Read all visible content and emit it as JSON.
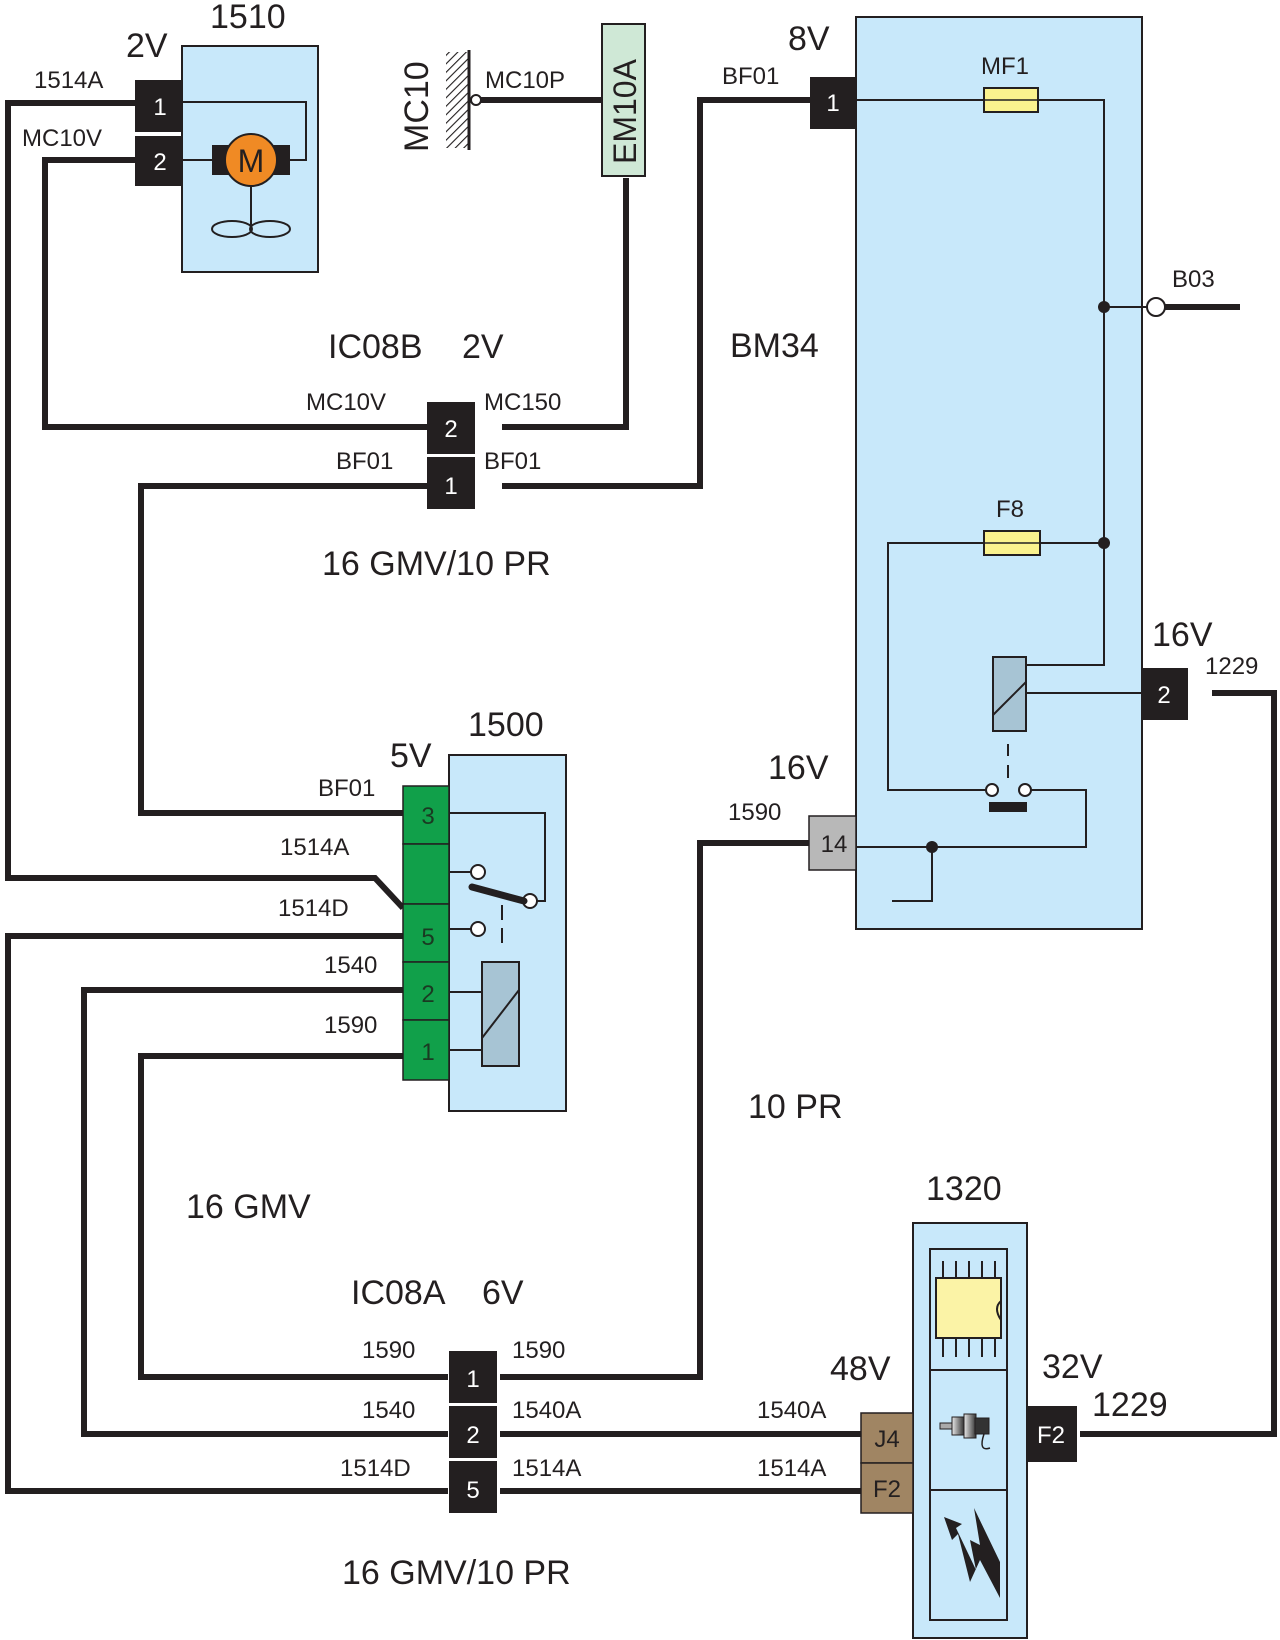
{
  "diagram": {
    "components": {
      "c1510": {
        "id": "1510",
        "voltage": "2V",
        "pins": [
          "1",
          "2"
        ],
        "wires": [
          "1514A",
          "MC10V"
        ],
        "symbol": "motor-fan",
        "motor_letter": "M"
      },
      "ground": {
        "id": "MC10",
        "wire": "MC10P"
      },
      "em10a": {
        "id": "EM10A"
      },
      "bm34": {
        "id": "BM34",
        "pin1": {
          "pin": "1",
          "voltage": "8V",
          "wire": "BF01"
        },
        "fuse_main": "MF1",
        "fuse_f8": "F8",
        "output": "B03",
        "pin2": {
          "pin": "2",
          "voltage": "16V",
          "wire": "1229"
        },
        "pin14": {
          "pin": "14",
          "voltage": "16V",
          "wire": "1590"
        }
      },
      "ic08b": {
        "id": "IC08B",
        "voltage": "2V",
        "rows": [
          {
            "pin": "2",
            "left": "MC10V",
            "right": "MC150"
          },
          {
            "pin": "1",
            "left": "BF01",
            "right": "BF01"
          }
        ]
      },
      "c1500": {
        "id": "1500",
        "voltage": "5V",
        "pins": [
          {
            "pin": "3",
            "wire": "BF01"
          },
          {
            "pin": "",
            "wire": "1514A"
          },
          {
            "pin": "5",
            "wire": "1514D"
          },
          {
            "pin": "2",
            "wire": "1540"
          },
          {
            "pin": "1",
            "wire": "1590"
          }
        ]
      },
      "ic08a": {
        "id": "IC08A",
        "voltage": "6V",
        "rows": [
          {
            "pin": "1",
            "left": "1590",
            "right": "1590"
          },
          {
            "pin": "2",
            "left": "1540",
            "right": "1540A"
          },
          {
            "pin": "5",
            "left": "1514D",
            "right": "1514A"
          }
        ]
      },
      "c1320": {
        "id": "1320",
        "left_voltage": "48V",
        "left_pins": [
          {
            "pin": "J4",
            "wire": "1540A"
          },
          {
            "pin": "F2",
            "wire": "1514A"
          }
        ],
        "right_voltage": "32V",
        "right_pin": {
          "pin": "F2",
          "wire": "1229"
        },
        "symbols": [
          "ecu-chip-icon",
          "injector-icon",
          "ignition-spark-icon"
        ]
      }
    },
    "harness_labels": {
      "top": "16 GMV/10 PR",
      "mid_right": "10 PR",
      "mid_left": "16 GMV",
      "bottom": "16 GMV/10 PR"
    },
    "colors": {
      "component_fill": "#c8e8fa",
      "green_connector": "#11a04a",
      "brown_connector": "#a08563",
      "grey_connector": "#b8b8b8",
      "fuse": "#fbf28e",
      "motor": "#f08a24",
      "em10a": "#cfe8d6",
      "chip": "#fbf3a6"
    }
  }
}
